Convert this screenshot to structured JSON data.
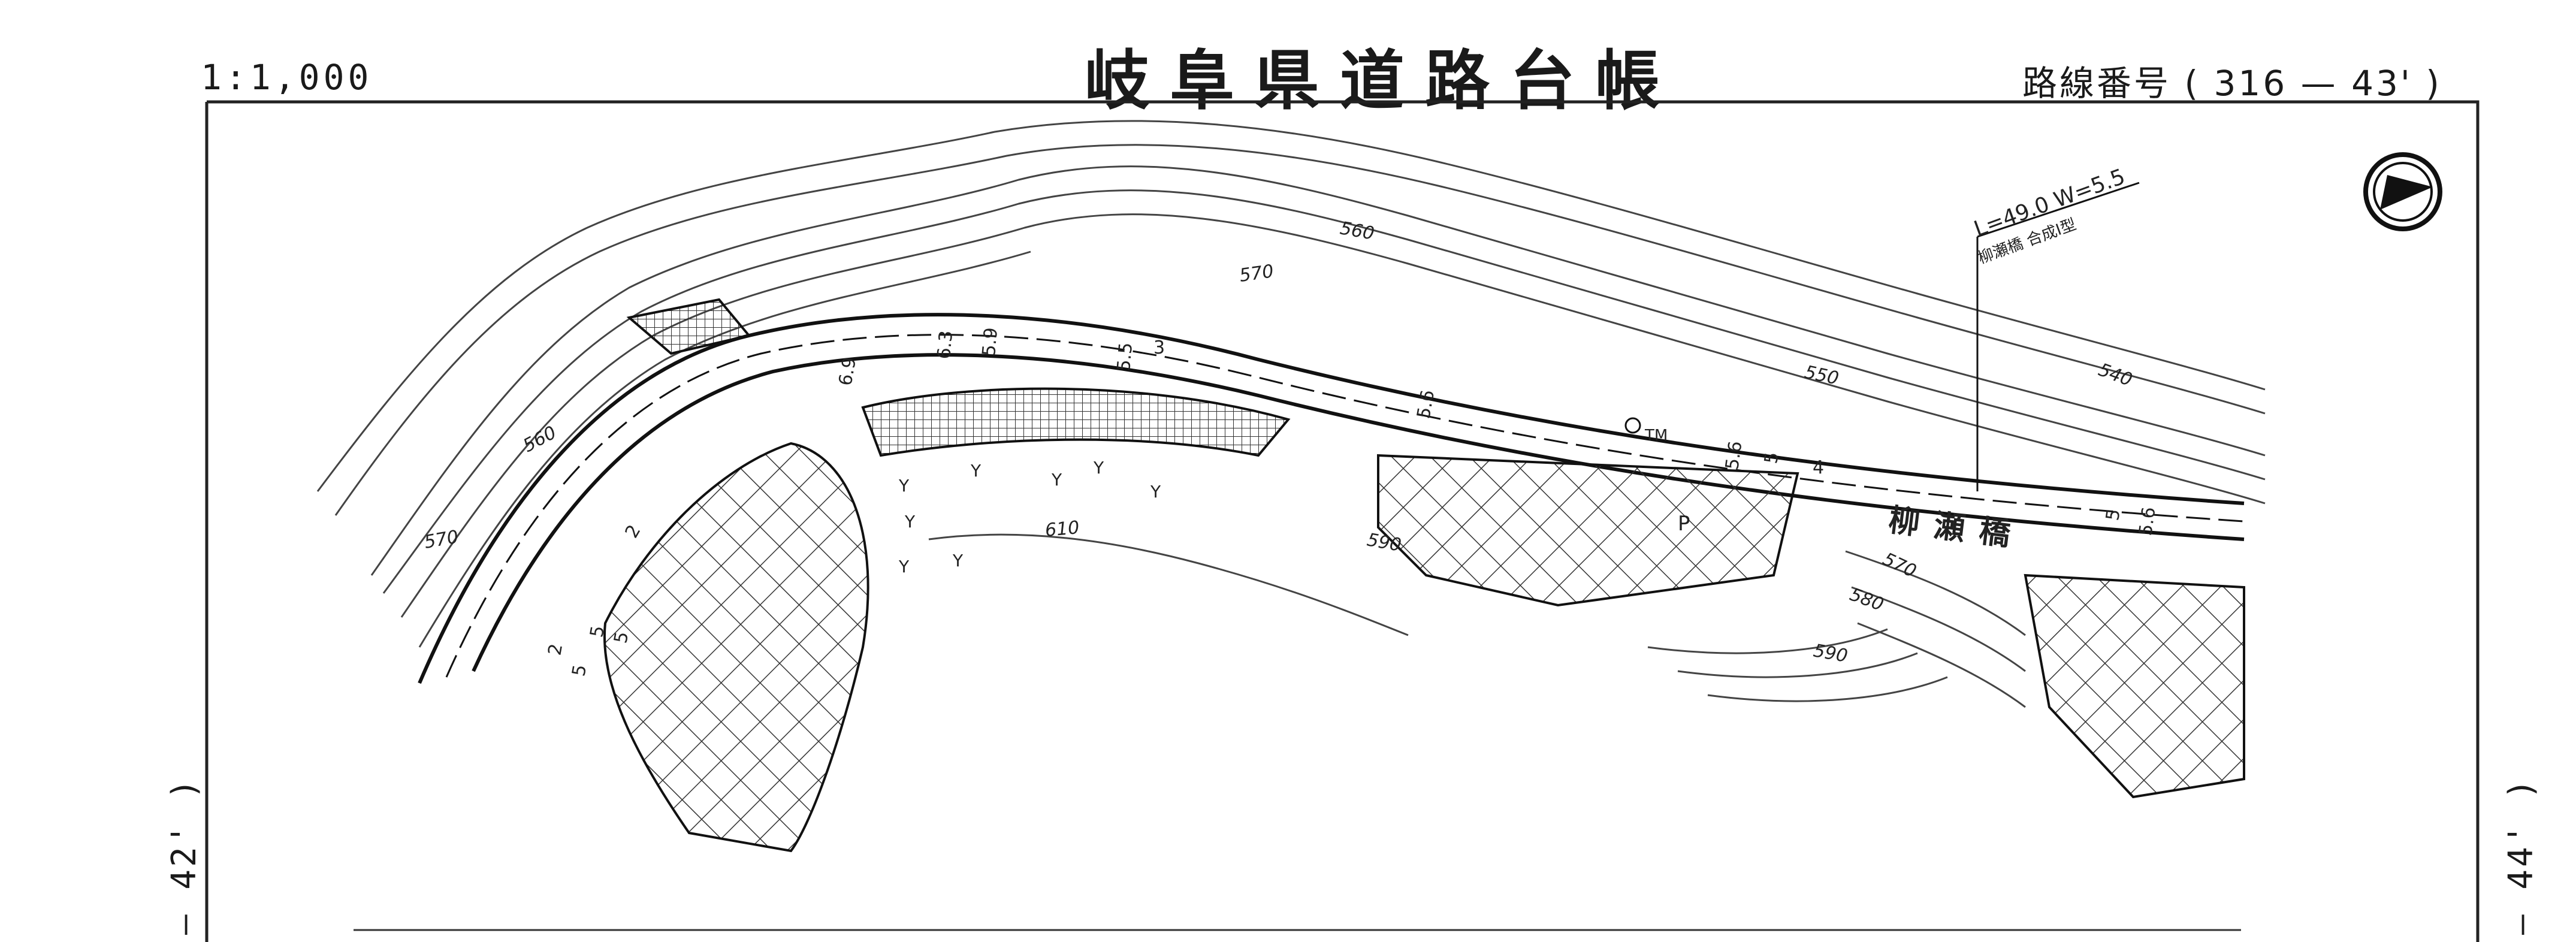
{
  "header": {
    "scale": "1:1,000",
    "title": "岐阜県道路台帳",
    "route_label": "路線番号",
    "route_number": "( 316 — 43' )"
  },
  "side_codes": {
    "left": "— 42' )",
    "right": "— 44' )"
  },
  "bridge": {
    "name": "柳瀬橋",
    "spec_length": "L=49.0 W=5.5",
    "spec_type": "柳瀬橋 合成I型"
  },
  "contours": [
    "560",
    "570",
    "550",
    "540",
    "560",
    "570",
    "590",
    "610",
    "570",
    "580",
    "590"
  ],
  "road_widths": [
    "6.9",
    "6.3",
    "5.9",
    "5.5",
    "3",
    "5.6",
    "5.6",
    "5",
    "4",
    "5",
    "5.6",
    "2",
    "5",
    "5",
    "2",
    "5"
  ],
  "map_symbols": {
    "tm": "TM",
    "parking": "P",
    "grass": "Y"
  },
  "icons": {
    "north_arrow": "north-arrow-icon"
  }
}
